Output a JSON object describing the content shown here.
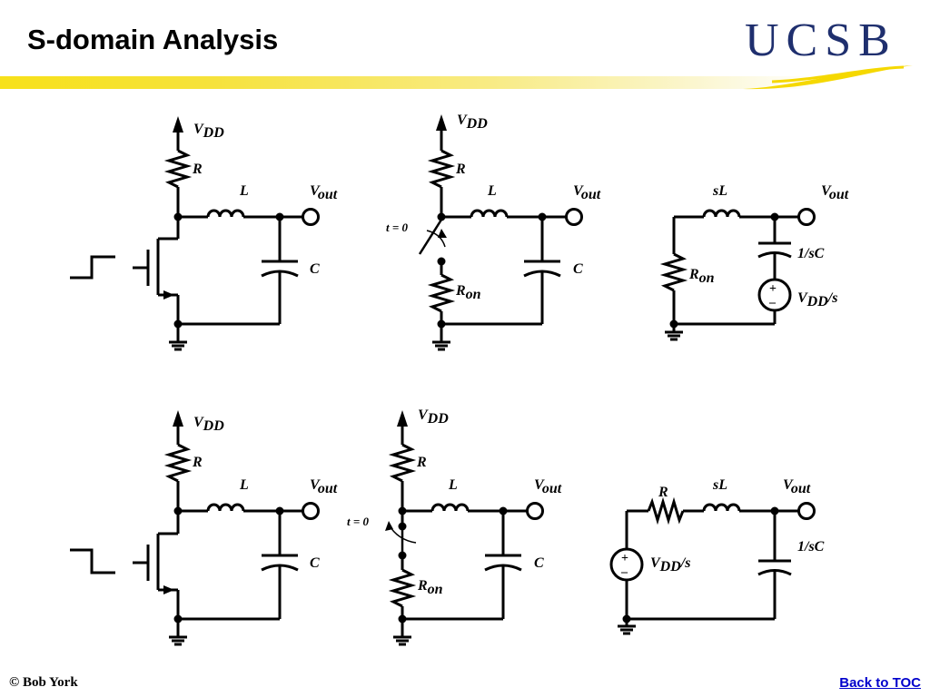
{
  "slide": {
    "title": "S-domain Analysis",
    "copyright": "©  Bob York",
    "back_link": "Back to TOC"
  },
  "logo": {
    "text": "UCSB",
    "color": "#1f2f6e",
    "swoosh_color": "#f5d800"
  },
  "labels": {
    "V": "V",
    "DD": "DD",
    "out": "out",
    "on": "on",
    "R": "R",
    "L": "L",
    "C": "C",
    "sL": "sL",
    "invC": "1/sC",
    "over_s": "/s",
    "t0": "t = 0",
    "plus": "+",
    "minus": "–"
  }
}
